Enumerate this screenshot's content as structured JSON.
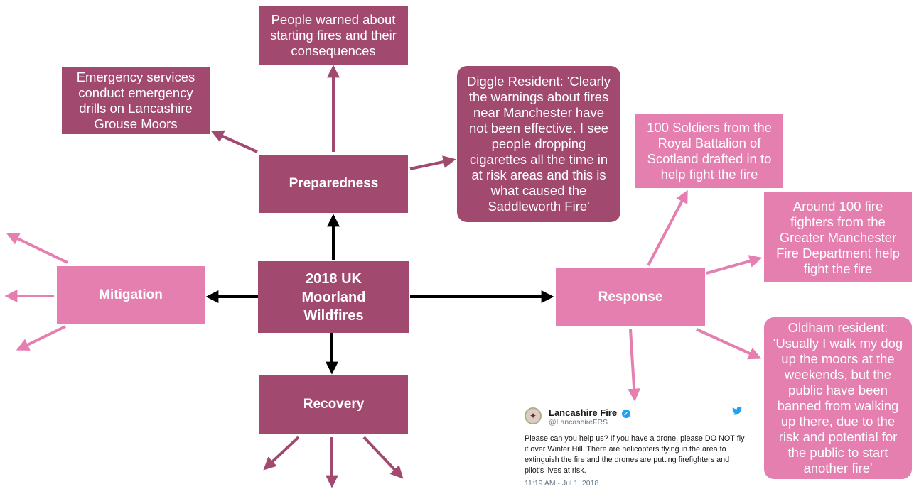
{
  "colors": {
    "dark_pink": "#a1496f",
    "light_pink": "#e47fb0",
    "arrow_black": "#000000",
    "twitter_blue": "#1da1f2"
  },
  "center": {
    "label": "2018 UK Moorland Wildfires"
  },
  "preparedness": {
    "label": "Preparedness",
    "items": [
      "People warned about starting fires and their consequences",
      "Emergency services conduct emergency drills on Lancashire Grouse Moors",
      "Diggle Resident: 'Clearly the warnings about fires near Manchester have not been effective. I see people dropping cigarettes all the time in at risk areas and this is what caused the Saddleworth Fire'"
    ]
  },
  "response": {
    "label": "Response",
    "items": [
      "100 Soldiers from the Royal Battalion of Scotland drafted in to help fight the fire",
      "Around 100 fire fighters from the Greater Manchester Fire Department help fight the fire",
      "Oldham resident: 'Usually I walk my dog up the moors at the weekends, but the public have been banned from walking up there, due to the risk and potential for the public to start another fire'"
    ]
  },
  "mitigation": {
    "label": "Mitigation"
  },
  "recovery": {
    "label": "Recovery"
  },
  "tweet": {
    "account_name": "Lancashire Fire",
    "handle": "@LancashireFRS",
    "body": "Please can you help us? If you have a drone, please DO NOT fly it over Winter Hill. There are helicopters flying in the area to extinguish the fire and the drones are putting firefighters and pilot's lives at risk.",
    "timestamp": "11:19 AM - Jul 1, 2018",
    "icons": [
      "fire-service-crest-icon",
      "verified-badge-icon",
      "twitter-bird-icon"
    ]
  }
}
